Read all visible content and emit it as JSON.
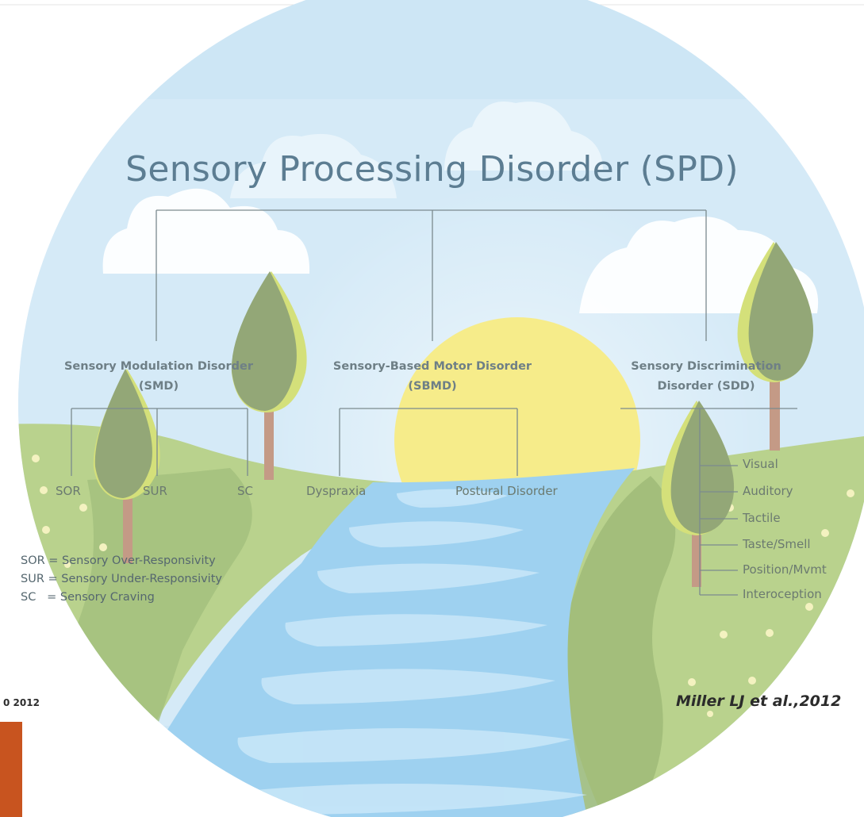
{
  "diagram": {
    "title": "Sensory Processing Disorder (SPD)",
    "categories": {
      "smd": {
        "line1": "Sensory Modulation Disorder",
        "line2": "(SMD)"
      },
      "sbmd": {
        "line1": "Sensory-Based Motor Disorder",
        "line2": "(SBMD)"
      },
      "sdd": {
        "line1": "Sensory Discrimination",
        "line2": "Disorder (SDD)"
      }
    },
    "smd_types": [
      "SOR",
      "SUR",
      "SC"
    ],
    "sbmd_types": [
      "Dyspraxia",
      "Postural Disorder"
    ],
    "sdd_types": [
      "Visual",
      "Auditory",
      "Tactile",
      "Taste/Smell",
      "Position/Mvmt",
      "Interoception"
    ],
    "legend": [
      "SOR = Sensory Over-Responsivity",
      "SUR = Sensory Under-Responsivity",
      "SC   = Sensory Craving"
    ],
    "credit_left": "0 2012",
    "credit_right": "Miller LJ et al.,2012"
  },
  "colors": {
    "sky": "#cde6f5",
    "sun": "#f6ec8a",
    "hill_light": "#b9d28d",
    "hill_dark": "#9fbb78",
    "river": "#9ed1f0",
    "tree_canopy": "#93a777",
    "tree_highlight": "#d4e07a",
    "trunk": "#c49a86",
    "orange_bar": "#c8541f"
  }
}
